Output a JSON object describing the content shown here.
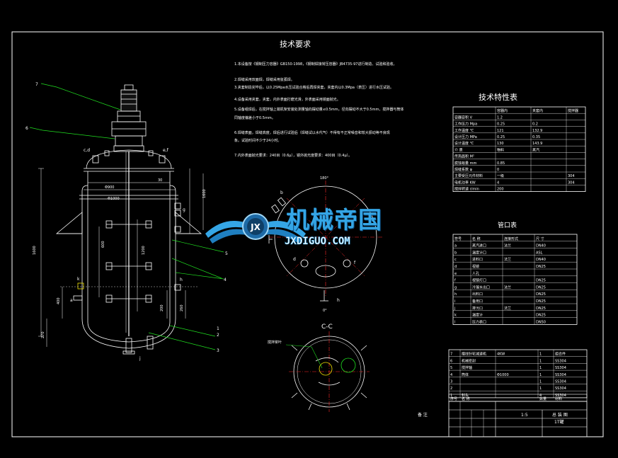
{
  "drawing": {
    "tech_requirements": {
      "title": "技术要求",
      "lines": [
        "1.本设备按《钢制压力容器》GB150-1998，《钢制焊接常压容器》JB4735-97进行制造、试验和验收。",
        "2.焊缝采用双面焊，焊缝采用氩弧焊。",
        "3.夹套制造完毕后，以0.25Mpa水压试验合格后再焊夹套，夹套内以0.3Mpa（表压）进行水压试验。",
        "4.设备采用夹套，夹套，内外表面打磨光滑，外表面采用镜面抛光。",
        "5.设备组焊后，在搅拌轴上端机架安装处测量轴向摆动量≤0.5mm，径向摆动不大于0.5mm，搅拌器与筒体",
        "同轴度偏差小于0.5mm。",
        "6.焊缝表面，焊缝高度，焊后进行试验后（焊缝试以水代气）不得有不正常噪音和较大振动等不良现",
        "象。试验时间不少于24小时。",
        "7.内外表面抛光要求：240目（0.6μ），镜外抛光度要求：400目（0.4μ）。"
      ]
    },
    "char_table": {
      "title": "技术特性表",
      "headers": [
        "",
        "容器内",
        "夹套内",
        "搅拌器"
      ],
      "rows": [
        [
          "容器容积 V",
          "1.2",
          "",
          ""
        ],
        [
          "工作压力 Mpa",
          "0.25",
          "0.2",
          ""
        ],
        [
          "工作温度 ℃",
          "121",
          "132.9",
          ""
        ],
        [
          "设计压力 MPa",
          "0.25",
          "0.35",
          ""
        ],
        [
          "设计温度 ℃",
          "130",
          "143.9",
          ""
        ],
        [
          "介 质",
          "物料",
          "蒸汽",
          ""
        ],
        [
          "传热面积 M²",
          "",
          "",
          ""
        ],
        [
          "腐蚀裕量 mm",
          "0.85",
          "",
          ""
        ],
        [
          "焊缝系数 φ",
          "0",
          "",
          ""
        ],
        [
          "主要受压元件材料",
          "一级",
          "",
          "304"
        ],
        [
          "电机功率 KW",
          "4",
          "",
          "304"
        ],
        [
          "搅拌转速 r/min",
          "200",
          "",
          ""
        ]
      ]
    },
    "nozzle_table": {
      "title": "管口表",
      "headers": [
        "符号",
        "名 称",
        "连接形式",
        "尺 寸"
      ],
      "rows": [
        [
          "a",
          "蒸汽进口",
          "法兰",
          "DN40"
        ],
        [
          "b",
          "温度计口",
          "",
          "ASL"
        ],
        [
          "c",
          "进料口",
          "法兰",
          "DN40"
        ],
        [
          "d",
          "视镜",
          "",
          "DN25"
        ],
        [
          "e",
          "人孔",
          "",
          ""
        ],
        [
          "f",
          "视镜灯口",
          "",
          "DN25"
        ],
        [
          "g",
          "冷凝水出口",
          "法兰",
          "DN25"
        ],
        [
          "h",
          "出料口",
          "",
          "DN25"
        ],
        [
          "i",
          "备用口",
          "",
          "DN25"
        ],
        [
          "j",
          "排污口",
          "法兰",
          "DN25"
        ],
        [
          "k",
          "温度计",
          "",
          "DN25"
        ],
        [
          "l",
          "压力表口",
          "",
          "DN50"
        ]
      ]
    },
    "parts_list": {
      "rows": [
        [
          "7",
          "摆线针轮减速机",
          "4KW",
          "1",
          "组合件"
        ],
        [
          "6",
          "机械密封",
          "",
          "1",
          "SS304"
        ],
        [
          "5",
          "搅拌轴",
          "",
          "1",
          "SS304"
        ],
        [
          "4",
          "筒体",
          "Φ1000",
          "1",
          "SS304"
        ],
        [
          "3",
          "",
          "",
          "1",
          "SS304"
        ],
        [
          "2",
          "",
          "",
          "1",
          "SS304"
        ],
        [
          "1",
          "封头",
          "",
          "4",
          "SS304"
        ]
      ],
      "footer_headers": [
        "序号",
        "名 称",
        "",
        "数量",
        "材料"
      ],
      "footer_note": "备 注"
    },
    "title_block": {
      "drawing_title": "1T罐",
      "scale": "1:5",
      "note": "总 装 图"
    },
    "labels": {
      "left_view": {
        "cf": "c,d",
        "ef": "e,f",
        "dia_upper": "Φ900",
        "dia_main": "Φ1000",
        "dim_30": "30",
        "dim_1600": "1600",
        "dim_400": "400",
        "dim_1200": "1200",
        "dim_600": "600",
        "dim_260": "260",
        "dim_270": "270",
        "dim_200": "200",
        "g": "g",
        "h": "h",
        "k": "k",
        "a": "a",
        "i": "i",
        "j": "j",
        "n1": "1",
        "n2": "2",
        "n3": "3",
        "n4": "4",
        "n5": "5",
        "n6": "6",
        "n7": "7"
      },
      "top_view": {
        "b": "b",
        "d": "d",
        "f": "f",
        "h1": "h",
        "e": "e",
        "deg": "180°",
        "zero": "0°"
      },
      "section": {
        "title": "C-C",
        "note": "搅拌桨叶"
      }
    }
  },
  "watermark": {
    "cn": "机械帝国",
    "url": "JXDIGUO.COM",
    "emblem_letter": "JX"
  },
  "colors": {
    "background": "#000000",
    "line": "#ffffff",
    "red": "#ff2a2a",
    "green": "#20e020",
    "yellow": "#f0e000",
    "blue": "#35a6e6"
  }
}
